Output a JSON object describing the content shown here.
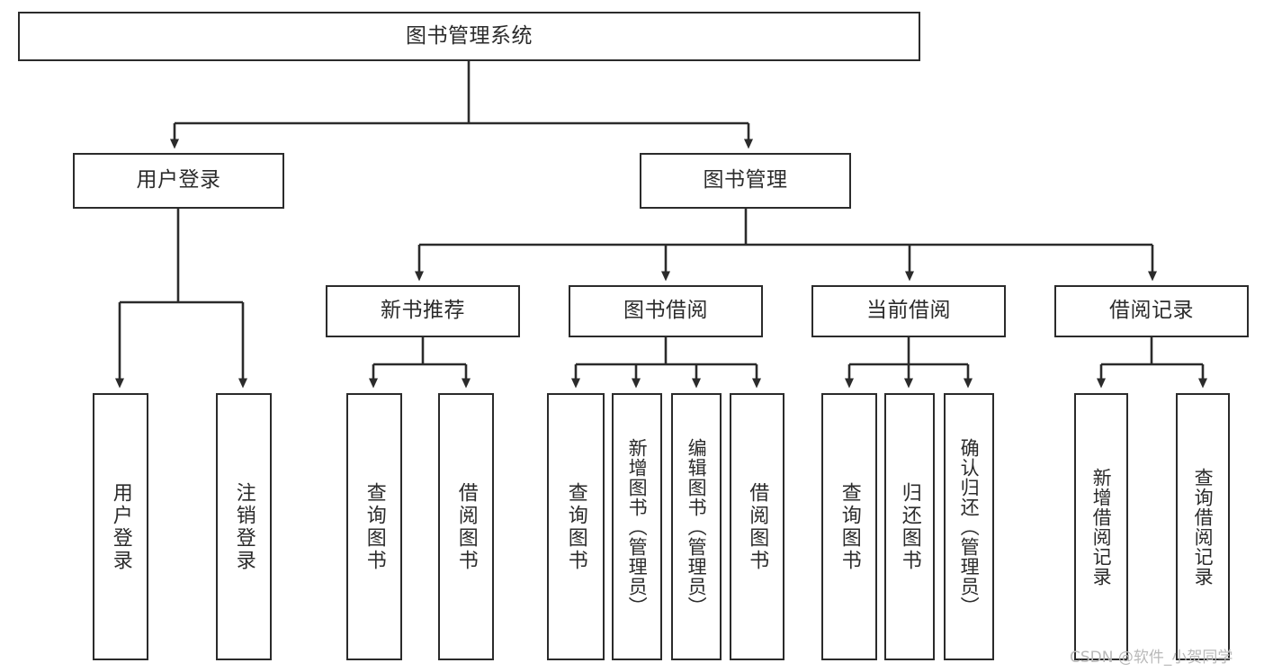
{
  "diagram": {
    "type": "tree-hierarchy-chart",
    "title_node": "图书管理系统",
    "colors": {
      "box_border": "#2b2b2b",
      "box_fill": "#ffffff",
      "connector": "#2b2b2b",
      "text": "#2b2b2b",
      "watermark": "#b9b9b9",
      "background": "#ffffff"
    },
    "levels": {
      "root": "图书管理系统",
      "level2": [
        "用户登录",
        "图书管理"
      ],
      "level3": [
        "新书推荐",
        "图书借阅",
        "当前借阅",
        "借阅记录"
      ]
    }
  },
  "root": {
    "label": "图书管理系统"
  },
  "branches": {
    "user_login": {
      "label": "用户登录",
      "leaves": [
        {
          "label": "用户登录"
        },
        {
          "label": "注销登录"
        }
      ]
    },
    "book_management": {
      "label": "图书管理",
      "children": [
        {
          "label": "新书推荐",
          "leaves": [
            {
              "label": "查询图书"
            },
            {
              "label": "借阅图书"
            }
          ]
        },
        {
          "label": "图书借阅",
          "leaves": [
            {
              "label": "查询图书"
            },
            {
              "label": "新增图书（管理员）"
            },
            {
              "label": "编辑图书（管理员）"
            },
            {
              "label": "借阅图书"
            }
          ]
        },
        {
          "label": "当前借阅",
          "leaves": [
            {
              "label": "查询图书"
            },
            {
              "label": "归还图书"
            },
            {
              "label": "确认归还（管理员）"
            }
          ]
        },
        {
          "label": "借阅记录",
          "leaves": [
            {
              "label": "新增借阅记录"
            },
            {
              "label": "查询借阅记录"
            }
          ]
        }
      ]
    }
  },
  "watermark": {
    "text": "CSDN @软件_小贺同学"
  }
}
